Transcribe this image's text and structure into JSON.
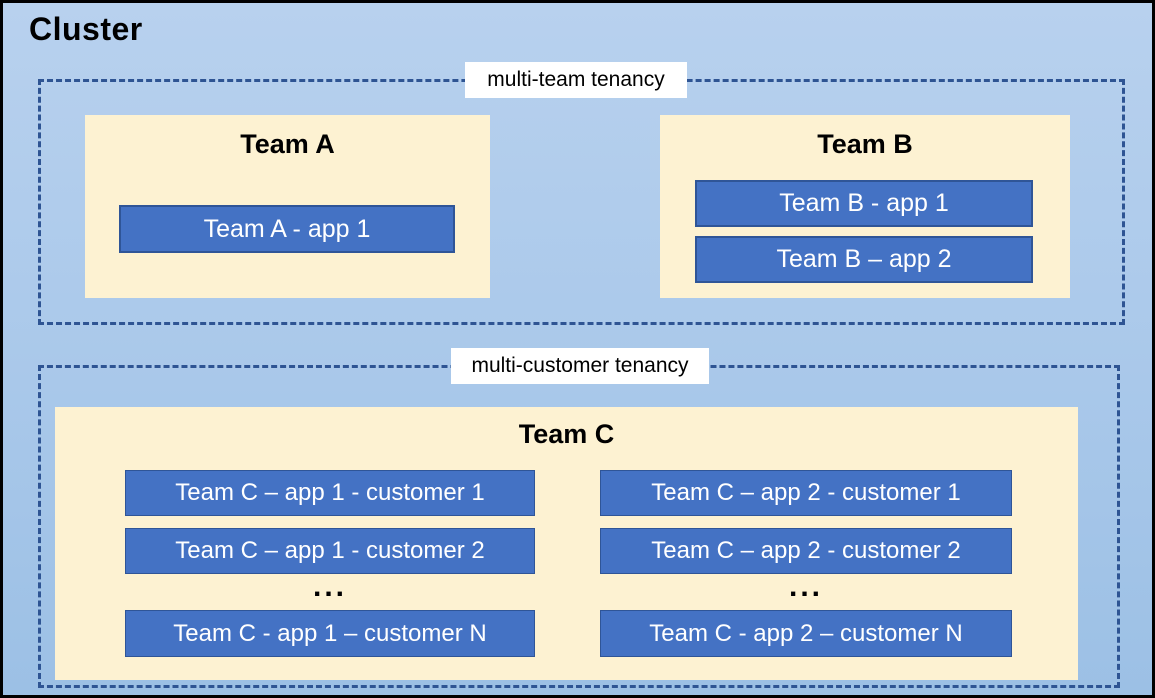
{
  "cluster": {
    "title": "Cluster"
  },
  "regions": {
    "multi_team": {
      "label": "multi-team tenancy"
    },
    "multi_customer": {
      "label": "multi-customer tenancy"
    }
  },
  "teams": {
    "team_a": {
      "title": "Team A",
      "apps": [
        "Team A - app 1"
      ]
    },
    "team_b": {
      "title": "Team B",
      "apps": [
        "Team B - app 1",
        "Team B – app 2"
      ]
    },
    "team_c": {
      "title": "Team C",
      "ellipsis": "...",
      "columns": [
        {
          "apps": [
            "Team C – app 1 - customer 1",
            "Team C – app 1 - customer 2"
          ],
          "last_app": "Team C - app 1 – customer N"
        },
        {
          "apps": [
            "Team C – app 2 - customer 1",
            "Team C – app 2 - customer 2"
          ],
          "last_app": "Team C - app 2 – customer N"
        }
      ]
    }
  },
  "colors": {
    "cluster_bg_top": "#B8D1EE",
    "cluster_bg_bottom": "#9CC0E5",
    "cluster_border": "#000000",
    "region_border": "#2E5493",
    "team_box_bg": "#FDF2D2",
    "app_fill": "#4472C4",
    "app_border": "#2F5597",
    "app_text": "#FFFFFF",
    "label_bg": "#FFFFFF",
    "title_text": "#000000"
  }
}
